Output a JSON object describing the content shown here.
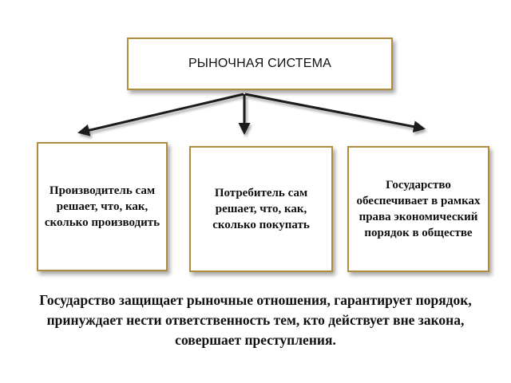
{
  "diagram": {
    "root": {
      "label": "РЫНОЧНАЯ СИСТЕМА"
    },
    "children": [
      {
        "label": "Производитель сам решает, что, как, сколько производить"
      },
      {
        "label": "Потребитель сам решает, что, как, сколько покупать"
      },
      {
        "label": "Государство обеспечивает в рамках права экономический порядок в обществе"
      }
    ],
    "footer": "Государство защищает рыночные отношения, гарантирует порядок, принуждает нести  ответственность тем, кто действует вне закона, совершает преступления.",
    "colors": {
      "box_border": "#b08d3c",
      "arrow": "#1a1a1a",
      "text": "#111111"
    }
  }
}
